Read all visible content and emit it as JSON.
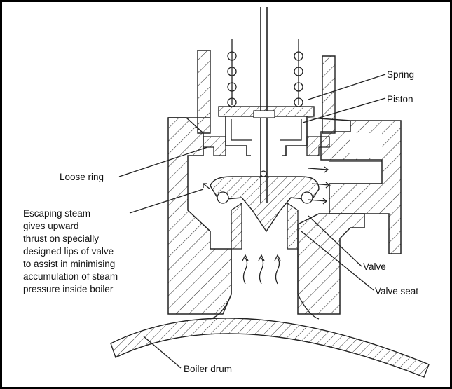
{
  "labels": {
    "spring": "Spring",
    "piston": "Piston",
    "loose_ring": "Loose ring",
    "escaping_steam": [
      "Escaping steam",
      "gives upward",
      "thrust on specially",
      "designed lips of valve",
      "to assist in minimising",
      "accumulation of steam",
      "pressure inside boiler"
    ],
    "valve": "Valve",
    "valve_seat": "Valve seat",
    "boiler_drum": "Boiler drum"
  }
}
